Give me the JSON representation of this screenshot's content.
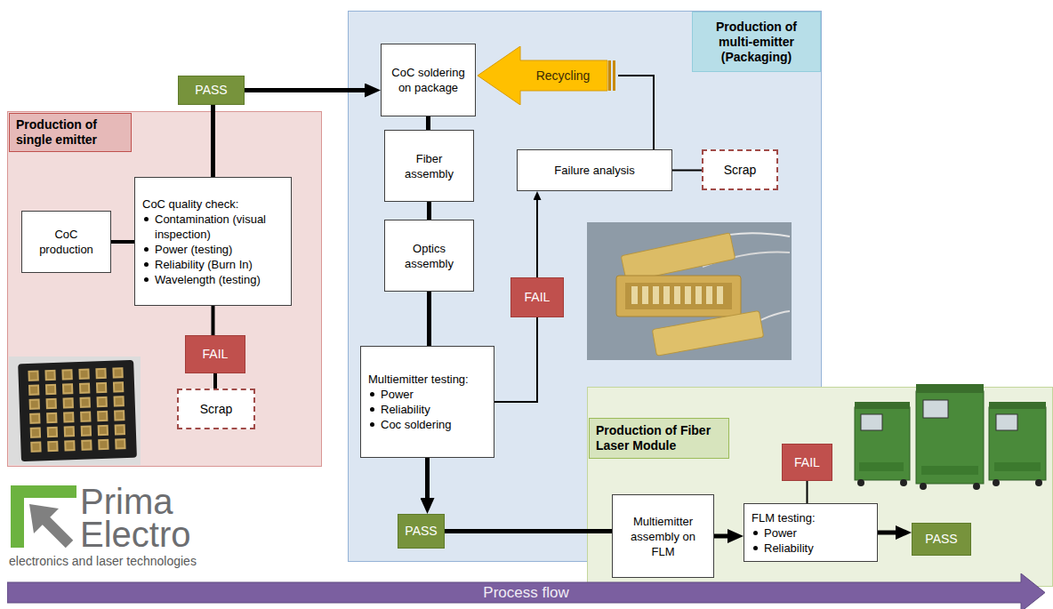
{
  "diagram": {
    "nodes": [
      {
        "text": [
          "Production of single emitter"
        ]
      },
      {
        "text": [
          "CoC production"
        ],
        "in": 0
      },
      {
        "text": [
          "CoC quality check:",
          "Contamination (visual inspection)",
          "Power (testing)",
          "Reliability (Burn In)",
          "Wavelength (testing)"
        ],
        "in": 0
      },
      {
        "text": [
          "FAIL"
        ],
        "in": 0
      },
      {
        "text": [
          "Scrap"
        ],
        "in": 0
      },
      {
        "text": [
          "PASS"
        ]
      },
      {
        "text": [
          "Production of multi-emitter (Packaging)"
        ]
      },
      {
        "text": [
          "CoC soldering on package"
        ],
        "in": 6
      },
      {
        "text": [
          "Fiber assembly"
        ],
        "in": 6
      },
      {
        "text": [
          "Optics assembly"
        ],
        "in": 6
      },
      {
        "text": [
          "Multiemitter testing:",
          "Power",
          "Reliability",
          "Coc soldering"
        ],
        "in": 6
      },
      {
        "text": [
          "FAIL"
        ],
        "in": 6
      },
      {
        "text": [
          "Failure analysis"
        ],
        "in": 6
      },
      {
        "text": [
          "Scrap"
        ],
        "in": 6
      },
      {
        "text": [
          "Recycling"
        ],
        "in": 6
      },
      {
        "text": [
          "PASS"
        ],
        "in": 6
      },
      {
        "text": [
          "Production of Fiber Laser Module"
        ]
      },
      {
        "text": [
          "Multiemitter assembly on FLM"
        ],
        "in": 16
      },
      {
        "text": [
          "FAIL"
        ],
        "in": 16
      },
      {
        "text": [
          "FLM testing:",
          "Power",
          "Reliability"
        ],
        "in": 16
      },
      {
        "text": [
          "PASS"
        ],
        "in": 16
      },
      {
        "text": [
          "Process flow"
        ]
      }
    ],
    "edges": [
      {
        "from": 1,
        "to": 2,
        "arrow": "none"
      },
      {
        "from": 2,
        "to": 5,
        "arrow": "none"
      },
      {
        "from": 5,
        "to": 7,
        "arrow": "to"
      },
      {
        "from": 2,
        "to": 3,
        "arrow": "none"
      },
      {
        "from": 3,
        "to": 4,
        "arrow": "none"
      },
      {
        "from": 7,
        "to": 8,
        "arrow": "none"
      },
      {
        "from": 8,
        "to": 9,
        "arrow": "none"
      },
      {
        "from": 9,
        "to": 10,
        "arrow": "none"
      },
      {
        "from": 10,
        "to": 15,
        "arrow": "to"
      },
      {
        "from": 10,
        "to": 11,
        "arrow": "none"
      },
      {
        "from": 11,
        "to": 12,
        "arrow": "to"
      },
      {
        "from": 12,
        "to": 13,
        "arrow": "none"
      },
      {
        "from": 12,
        "to": 14,
        "arrow": "none"
      },
      {
        "from": 15,
        "to": 17,
        "arrow": "none"
      },
      {
        "from": 17,
        "to": 19,
        "arrow": "to"
      },
      {
        "from": 18,
        "to": 19,
        "arrow": "none"
      },
      {
        "from": 19,
        "to": 20,
        "arrow": "to"
      }
    ],
    "labels": [
      "Prima Electro",
      "electronics and laser technologies"
    ]
  }
}
